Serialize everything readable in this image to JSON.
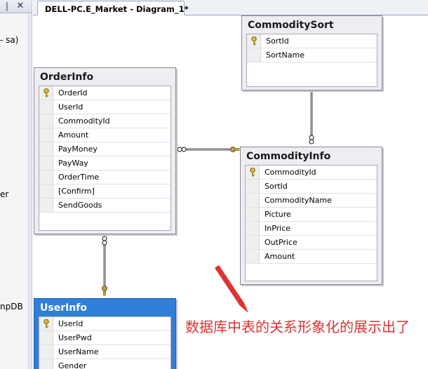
{
  "left_panel": {
    "texts": [
      " - sa)",
      "er",
      "npDB"
    ]
  },
  "tab": {
    "title": "DELL-PC.E_Market - Diagram_1*"
  },
  "tables": {
    "commodity_sort": {
      "title": "CommoditySort",
      "columns": [
        {
          "name": "SortId",
          "pk": true
        },
        {
          "name": "SortName",
          "pk": false
        }
      ]
    },
    "order_info": {
      "title": "OrderInfo",
      "columns": [
        {
          "name": "OrderId",
          "pk": true
        },
        {
          "name": "UserId",
          "pk": false
        },
        {
          "name": "CommodityId",
          "pk": false
        },
        {
          "name": "Amount",
          "pk": false
        },
        {
          "name": "PayMoney",
          "pk": false
        },
        {
          "name": "PayWay",
          "pk": false
        },
        {
          "name": "OrderTime",
          "pk": false
        },
        {
          "name": "[Confirm]",
          "pk": false
        },
        {
          "name": "SendGoods",
          "pk": false
        }
      ]
    },
    "commodity_info": {
      "title": "CommodityInfo",
      "columns": [
        {
          "name": "CommodityId",
          "pk": true
        },
        {
          "name": "SortId",
          "pk": false
        },
        {
          "name": "CommodityName",
          "pk": false
        },
        {
          "name": "Picture",
          "pk": false
        },
        {
          "name": "InPrice",
          "pk": false
        },
        {
          "name": "OutPrice",
          "pk": false
        },
        {
          "name": "Amount",
          "pk": false
        }
      ]
    },
    "user_info": {
      "title": "UserInfo",
      "columns": [
        {
          "name": "UserId",
          "pk": true
        },
        {
          "name": "UserPwd",
          "pk": false
        },
        {
          "name": "UserName",
          "pk": false
        },
        {
          "name": "Gender",
          "pk": false
        }
      ]
    }
  },
  "annotation": {
    "text": "数据库中表的关系形象化的展示出了"
  },
  "colors": {
    "annotation": "#e03232",
    "selected_table": "#2f7fd8",
    "key": "#c8a02a"
  }
}
